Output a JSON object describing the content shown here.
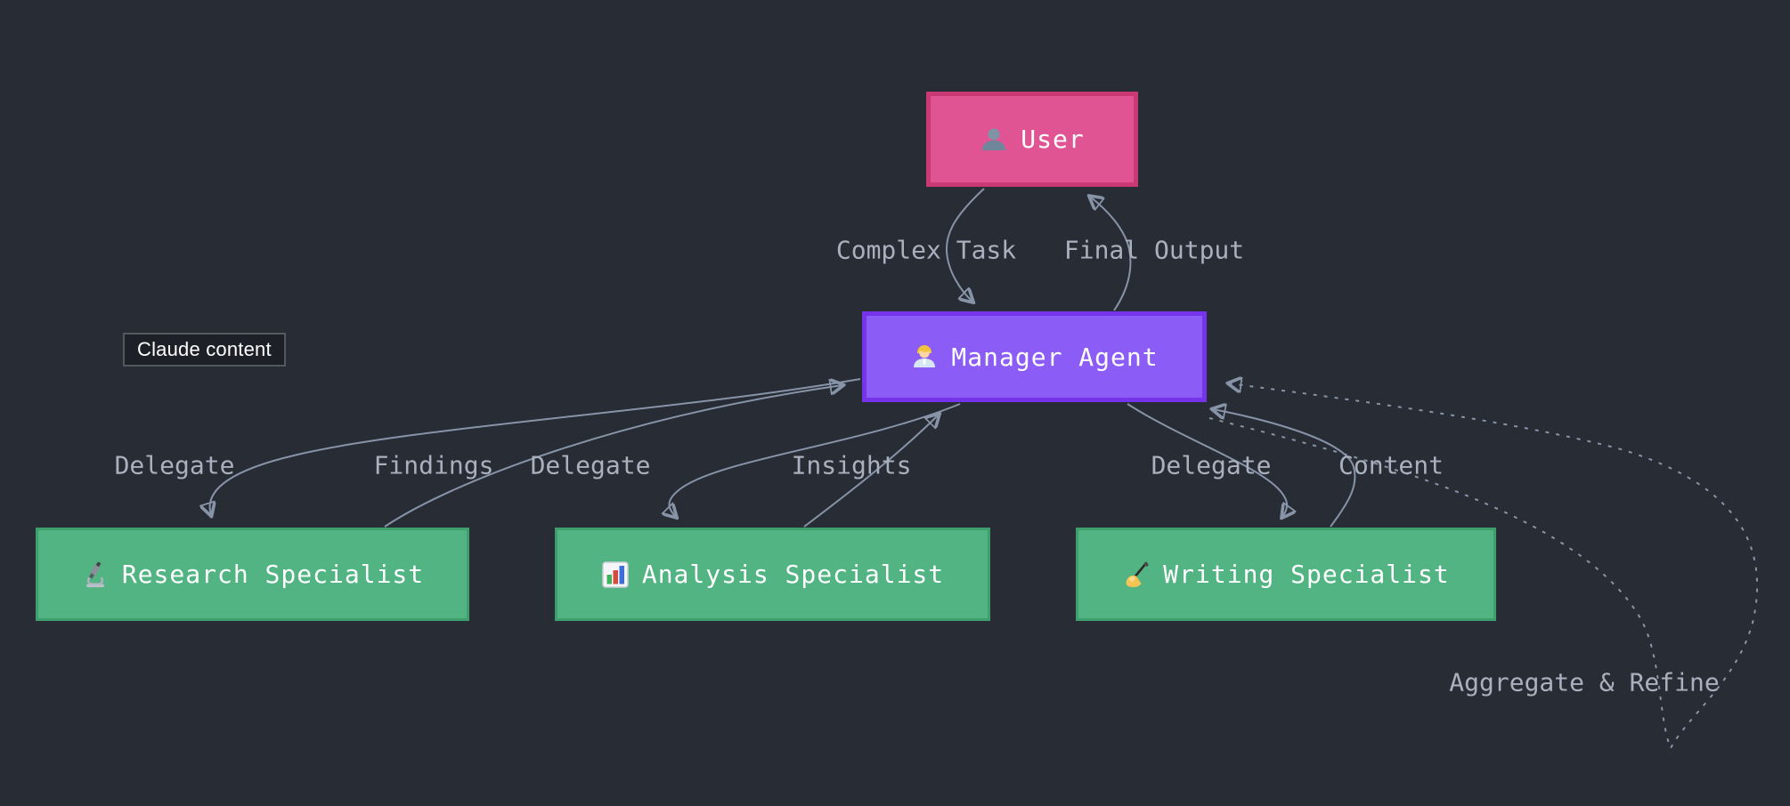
{
  "overlay": {
    "tooltip_text": "Claude content"
  },
  "diagram": {
    "nodes": [
      {
        "id": "user",
        "label": "User",
        "icon": "bust-silhouette-icon"
      },
      {
        "id": "manager",
        "label": "Manager Agent",
        "icon": "office-worker-icon"
      },
      {
        "id": "research",
        "label": "Research Specialist",
        "icon": "microscope-icon"
      },
      {
        "id": "analysis",
        "label": "Analysis Specialist",
        "icon": "bar-chart-icon"
      },
      {
        "id": "writing",
        "label": "Writing Specialist",
        "icon": "writing-hand-icon"
      }
    ],
    "edges": [
      {
        "from": "User",
        "to": "Manager Agent",
        "label": "Complex Task",
        "style": "solid"
      },
      {
        "from": "Manager Agent",
        "to": "User",
        "label": "Final Output",
        "style": "solid"
      },
      {
        "from": "Manager Agent",
        "to": "Research Specialist",
        "label": "Delegate",
        "style": "solid"
      },
      {
        "from": "Research Specialist",
        "to": "Manager Agent",
        "label": "Findings",
        "style": "solid"
      },
      {
        "from": "Manager Agent",
        "to": "Analysis Specialist",
        "label": "Delegate",
        "style": "solid"
      },
      {
        "from": "Analysis Specialist",
        "to": "Manager Agent",
        "label": "Insights",
        "style": "solid"
      },
      {
        "from": "Manager Agent",
        "to": "Writing Specialist",
        "label": "Delegate",
        "style": "solid"
      },
      {
        "from": "Writing Specialist",
        "to": "Manager Agent",
        "label": "Content",
        "style": "solid"
      },
      {
        "from": "Manager Agent",
        "to": "Manager Agent",
        "label": "Aggregate & Refine",
        "style": "dotted"
      }
    ]
  },
  "colors": {
    "background": "#282c34",
    "edge_line": "#8794a8",
    "edge_label_text": "#a9b1be",
    "node_text": "#ffffff",
    "user_fill": "#e05493",
    "user_border": "#ca3973",
    "manager_fill": "#8b5cf6",
    "manager_border": "#7634ea",
    "specialist_fill": "#52b482",
    "specialist_border": "#3da06c",
    "tooltip_bg": "#1d2026",
    "tooltip_border": "#54585f"
  }
}
